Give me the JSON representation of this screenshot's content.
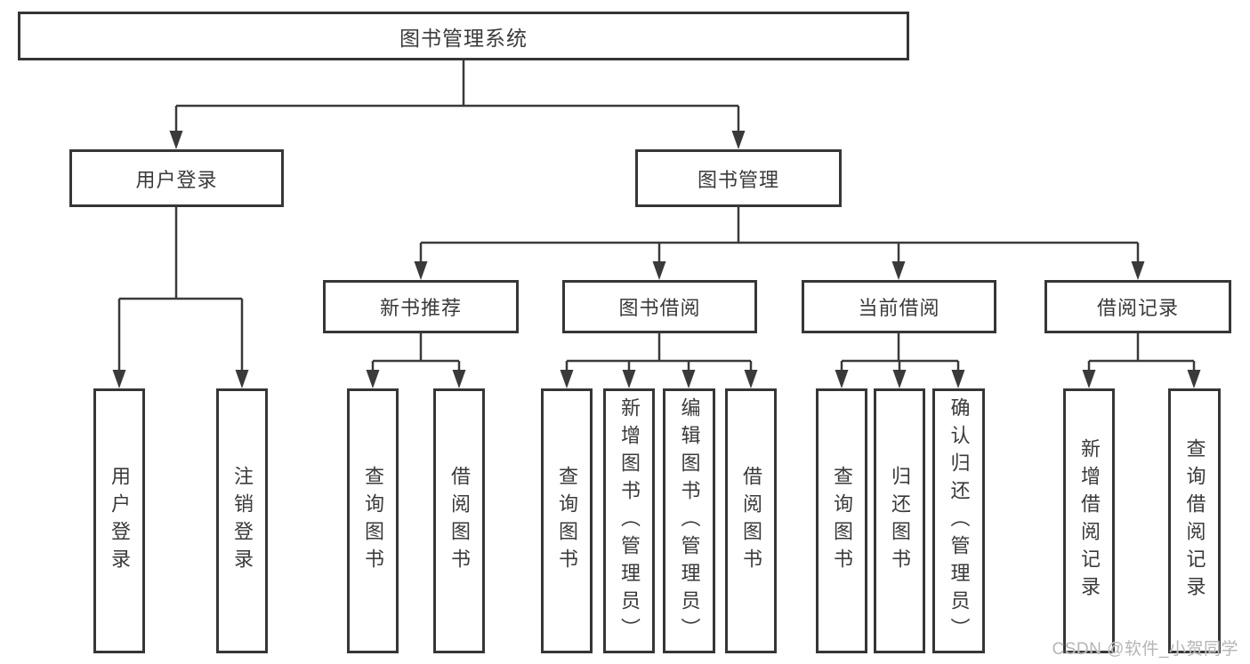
{
  "diagram": {
    "root": {
      "label": "图书管理系统"
    },
    "level2": [
      {
        "label": "用户登录"
      },
      {
        "label": "图书管理"
      }
    ],
    "level3": [
      {
        "label": "新书推荐"
      },
      {
        "label": "图书借阅"
      },
      {
        "label": "当前借阅"
      },
      {
        "label": "借阅记录"
      }
    ],
    "leafGroups": [
      {
        "parent": "用户登录",
        "items": [
          "用户登录",
          "注销登录"
        ]
      },
      {
        "parent": "新书推荐",
        "items": [
          "查询图书",
          "借阅图书"
        ]
      },
      {
        "parent": "图书借阅",
        "items": [
          "查询图书",
          "新增图书（管理员）",
          "编辑图书（管理员）",
          "借阅图书"
        ]
      },
      {
        "parent": "当前借阅",
        "items": [
          "查询图书",
          "归还图书",
          "确认归还（管理员）"
        ]
      },
      {
        "parent": "借阅记录",
        "items": [
          "新增借阅记录",
          "查询借阅记录"
        ]
      }
    ]
  },
  "watermark": "CSDN @软件_小贺同学",
  "colors": {
    "line": "#3a3a3a",
    "border": "#363636",
    "text": "#3a3a3a",
    "watermark": "#b5b5b5",
    "background": "#ffffff"
  }
}
